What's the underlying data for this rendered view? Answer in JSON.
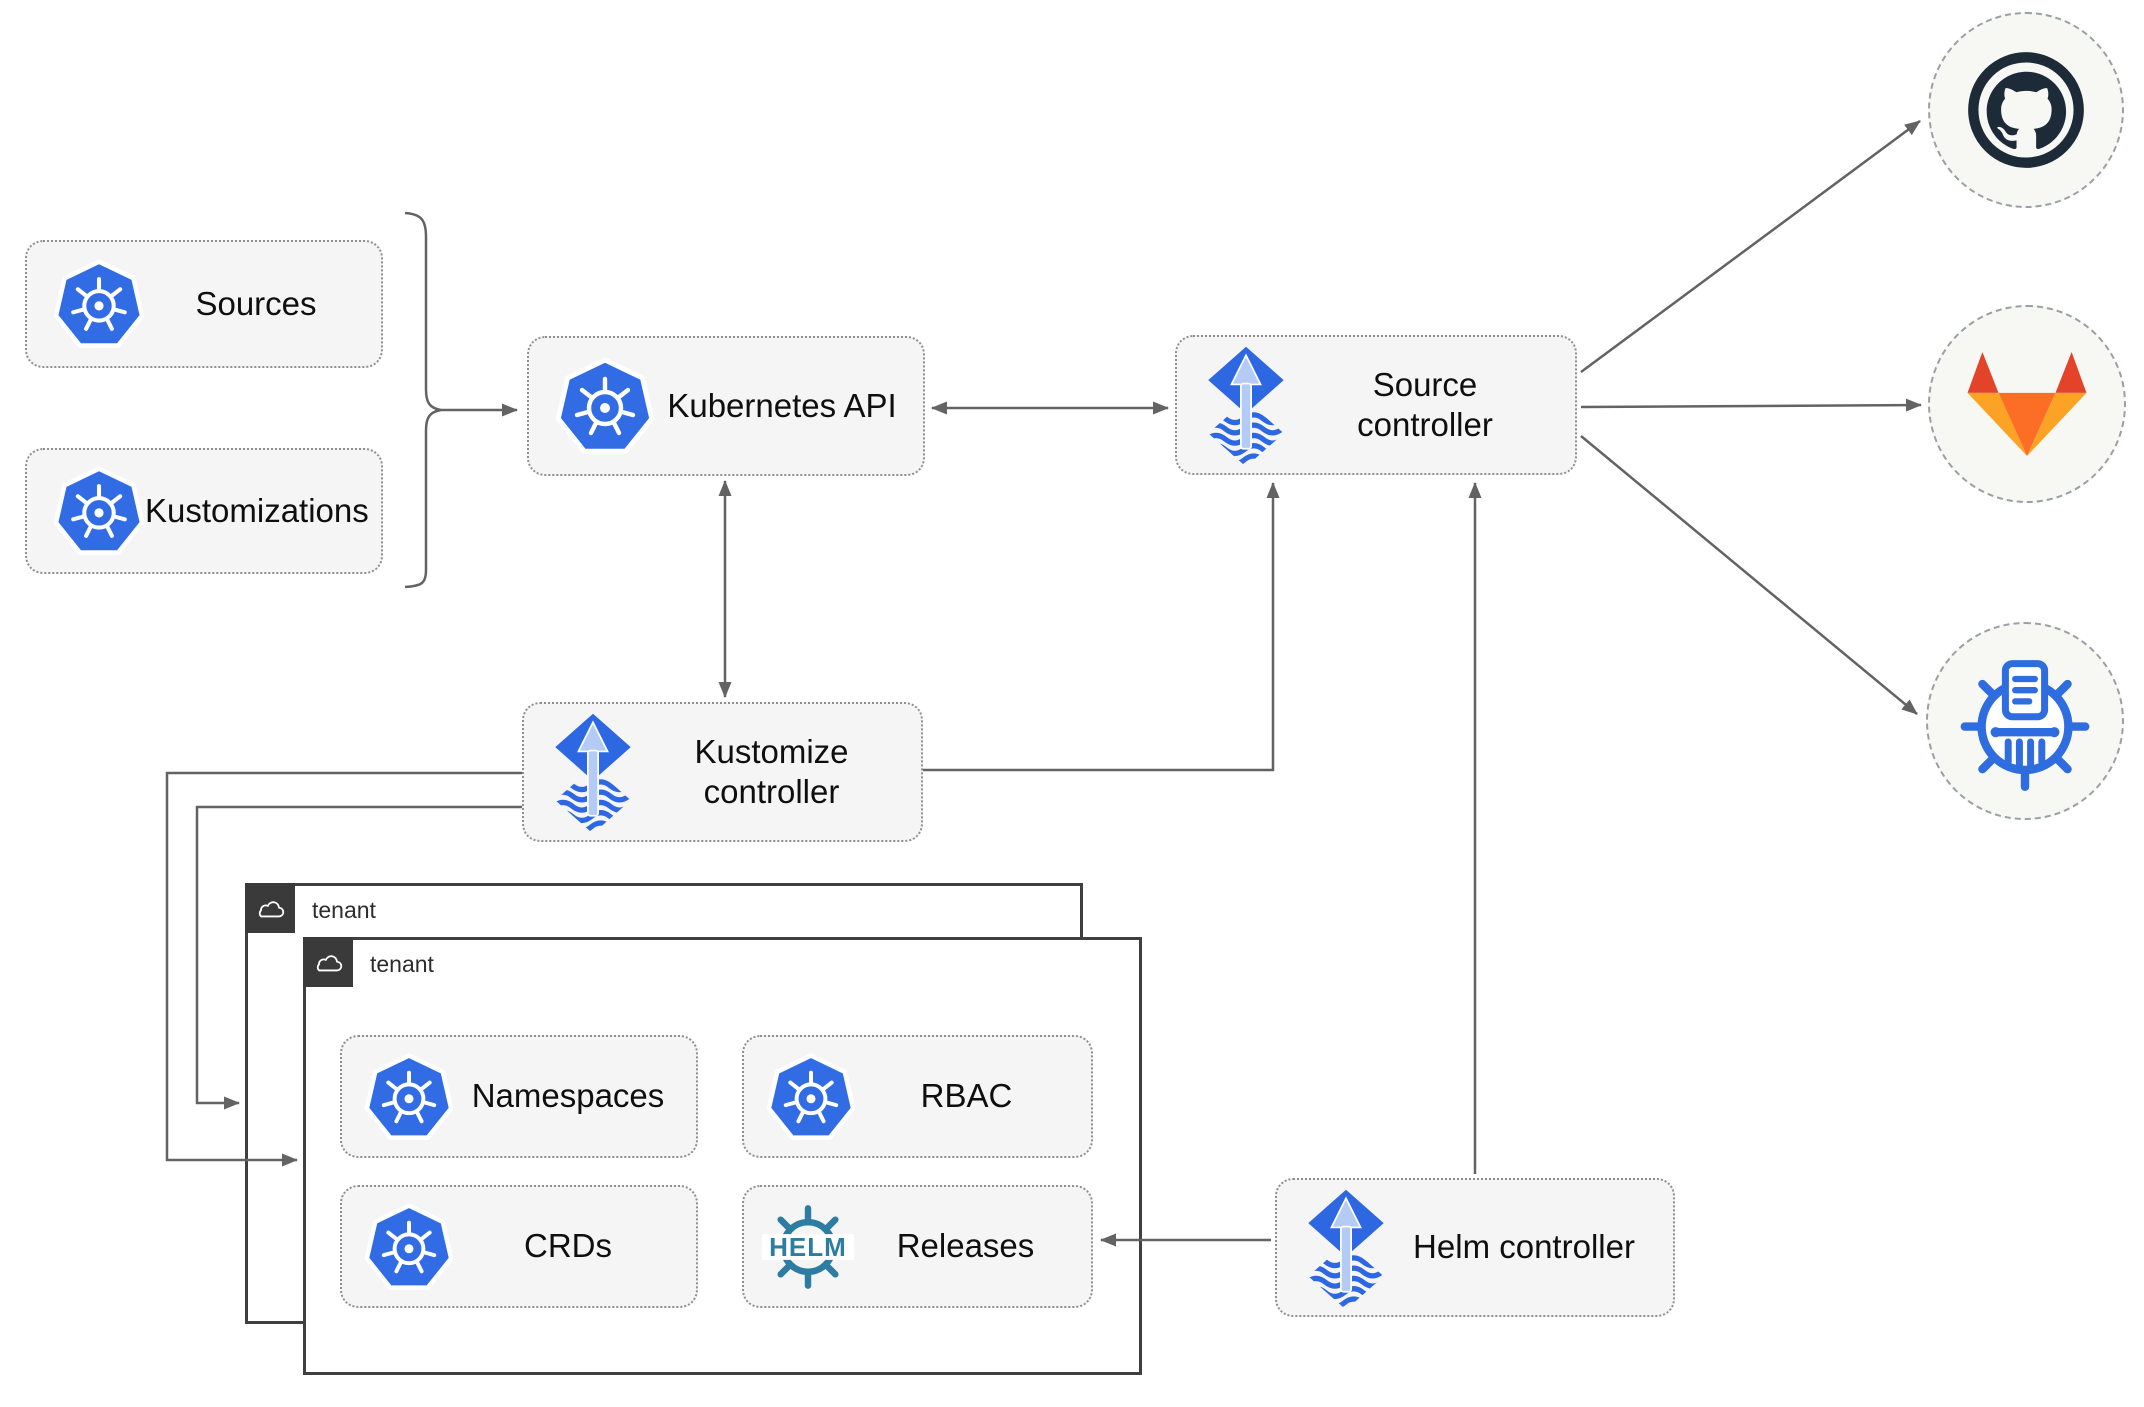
{
  "nodes": {
    "sources": "Sources",
    "kustomizations": "Kustomizations",
    "kubernetes_api": "Kubernetes API",
    "source_controller": "Source controller",
    "kustomize_controller": "Kustomize controller",
    "helm_controller": "Helm controller",
    "tenant_back": "tenant",
    "tenant_front": "tenant",
    "namespaces": "Namespaces",
    "rbac": "RBAC",
    "crds": "CRDs",
    "releases": "Releases"
  },
  "logos": {
    "helm_text": "HELM"
  },
  "icons": {
    "kubernetes": "kubernetes-icon",
    "flux": "flux-icon",
    "helm": "helm-icon",
    "cloud": "cloud-icon",
    "github": "github-icon",
    "gitlab": "gitlab-icon",
    "chartmuseum": "chartmuseum-icon"
  },
  "colors": {
    "kubernetes_blue": "#326ce5",
    "flux_blue": "#2d68e2",
    "flux_light_arrow": "#b4ccf5",
    "helm_teal": "#2d7ca1",
    "chartmuseum_blue": "#2f6ce0",
    "github_dark": "#1d2b38",
    "gitlab_red": "#e24329",
    "gitlab_orange": "#fc6d26",
    "gitlab_light_orange": "#fca326",
    "node_fill": "#f5f5f5",
    "node_border": "#8f8f8f",
    "connector_gray": "#636363",
    "tenant_border": "#3f3f3f"
  }
}
